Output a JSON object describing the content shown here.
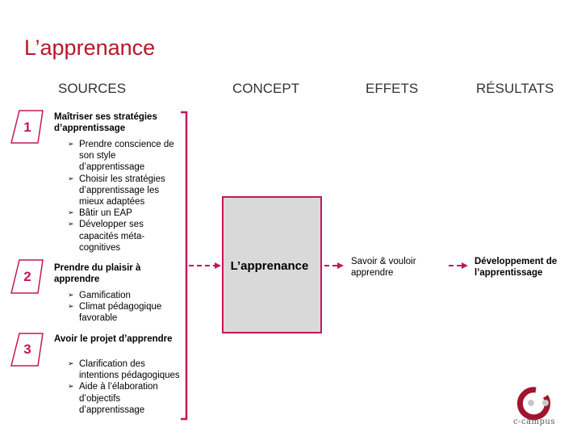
{
  "title": "L’apprenance",
  "headers": {
    "sources": "SOURCES",
    "concept": "CONCEPT",
    "effets": "EFFETS",
    "resultats": "RÉSULTATS"
  },
  "sources": [
    {
      "number": "1",
      "title": "Maîtriser ses stratégies d’apprentissage",
      "bullets": [
        "Prendre conscience de son style d’apprentissage",
        "Choisir les stratégies d’apprentissage les mieux adaptées",
        "Bâtir un EAP",
        "Développer ses capacités méta-cognitives"
      ]
    },
    {
      "number": "2",
      "title": "Prendre du plaisir à apprendre",
      "bullets": [
        "Gamification",
        "Climat pédagogique favorable"
      ]
    },
    {
      "number": "3",
      "title": "Avoir le projet d’apprendre",
      "bullets": [
        "Clarification des intentions pédagogiques",
        "Aide à l’élaboration d’objectifs d’apprentissage"
      ]
    }
  ],
  "concept": "L’apprenance",
  "effect": "Savoir & vouloir apprendre",
  "result": "Développement de l’apprentissage",
  "logo": {
    "text": "c-campus"
  },
  "colors": {
    "accent": "#c2185b",
    "title": "#b5172c",
    "box": "#d9d9d9",
    "logo": "#a0152e"
  }
}
